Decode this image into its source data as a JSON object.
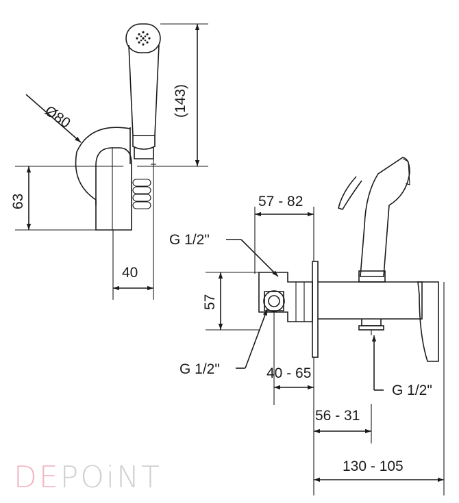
{
  "labels": {
    "diameter": "Ø80",
    "height_143": "(143)",
    "height_63": "63",
    "width_40": "40",
    "range_57_82": "57 - 82",
    "thread_top": "G 1/2\"",
    "height_57": "57",
    "thread_bottom": "G 1/2\"",
    "range_40_65": "40 - 65",
    "thread_right": "G 1/2\"",
    "range_56_31": "56 - 31",
    "range_130_105": "130 - 105"
  },
  "brand": {
    "part1": "DE",
    "part2": "POiNT",
    "color1": "#f2b8c6",
    "color2": "#d0d0d0"
  }
}
